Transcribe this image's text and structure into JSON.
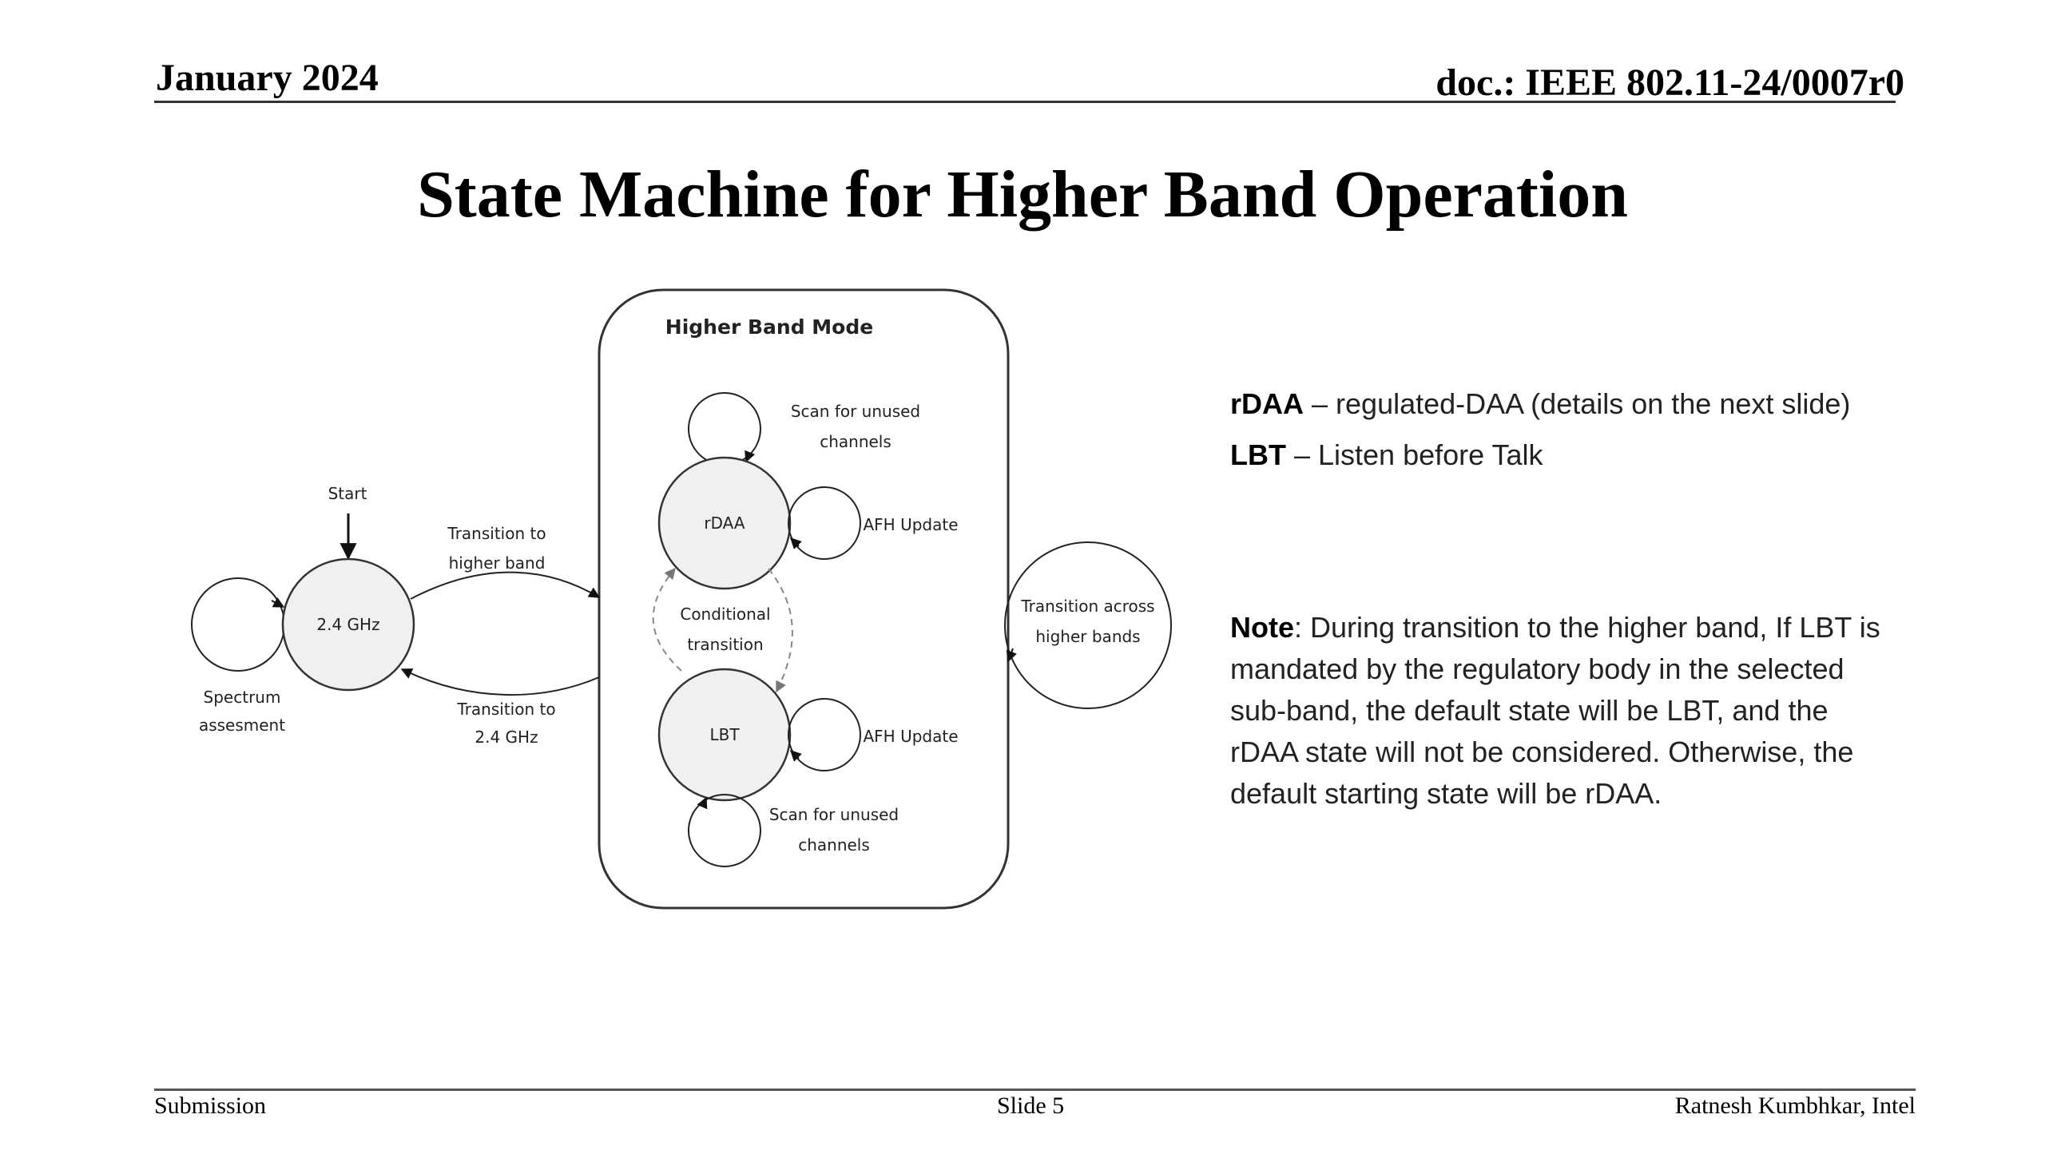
{
  "header": {
    "date": "January 2024",
    "doc": "doc.: IEEE 802.11-24/0007r0"
  },
  "slide": {
    "title": "State Machine for Higher Band Operation"
  },
  "diagram": {
    "mode_box_title": "Higher Band Mode",
    "start_label": "Start",
    "state_24ghz": "2.4 GHz",
    "state_rdaa": "rDAA",
    "state_lbt": "LBT",
    "spectrum_line1": "Spectrum",
    "spectrum_line2": "assesment",
    "to_higher_line1": "Transition to",
    "to_higher_line2": "higher band",
    "to_24_line1": "Transition to",
    "to_24_line2": "2.4 GHz",
    "scan_top_line1": "Scan for unused",
    "scan_top_line2": "channels",
    "afh_top": "AFH Update",
    "cond_line1": "Conditional",
    "cond_line2": "transition",
    "afh_bottom": "AFH Update",
    "scan_bottom_line1": "Scan for unused",
    "scan_bottom_line2": "channels",
    "across_line1": "Transition across",
    "across_line2": "higher bands"
  },
  "definitions": {
    "rdaa_term": "rDAA",
    "rdaa_desc": " – regulated-DAA (details on the next slide)",
    "lbt_term": "LBT",
    "lbt_desc": " – Listen before Talk"
  },
  "note": {
    "label": "Note",
    "text": ": During transition to the higher band, If LBT  is mandated by the regulatory body in the selected sub-band, the default state will be LBT, and the rDAA state will not be considered. Otherwise, the default starting state will be rDAA."
  },
  "footer": {
    "left": "Submission",
    "center": "Slide 5",
    "right": "Ratnesh Kumbhkar, Intel"
  }
}
